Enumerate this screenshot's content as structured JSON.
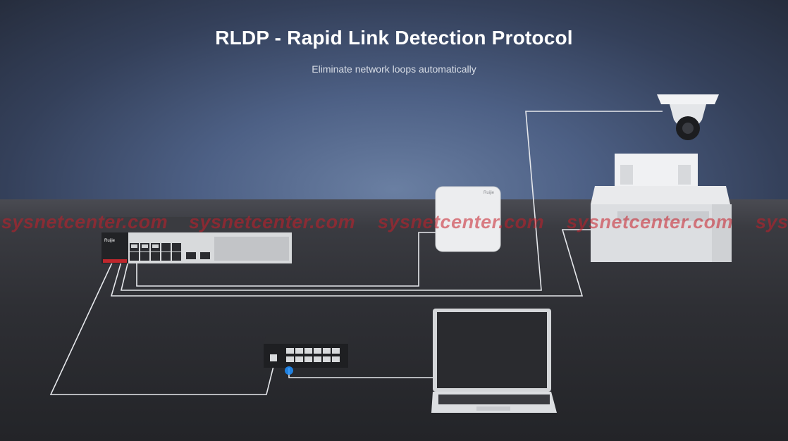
{
  "header": {
    "title": "RLDP - Rapid Link Detection Protocol",
    "subtitle": "Eliminate network loops automatically"
  },
  "watermark": {
    "text": "sysnetcenter.com",
    "color": "#c81e28"
  },
  "devices": {
    "access_point_brand": "Ruijie",
    "main_switch_brand": "Ruijie"
  },
  "colors": {
    "cable": "#e6e8ec",
    "wall": "#4d6085",
    "floor": "#2e2f34",
    "link_indicator": "#1e90ff"
  }
}
